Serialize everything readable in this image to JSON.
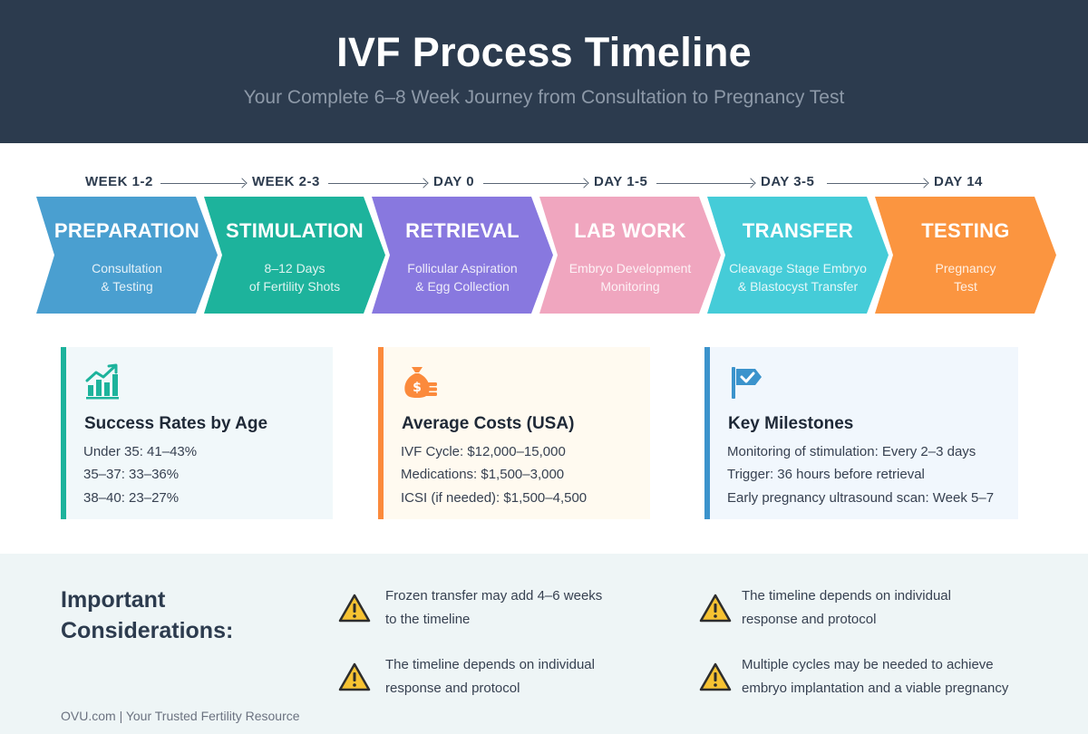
{
  "header": {
    "title": "IVF Process Timeline",
    "subtitle": "Your Complete 6–8 Week Journey from Consultation to Pregnancy Test"
  },
  "timeline": {
    "week_labels": [
      "WEEK 1-2",
      "WEEK 2-3",
      "DAY 0",
      "DAY 1-5",
      "DAY 3-5",
      "DAY 14"
    ],
    "steps": [
      {
        "title": "PREPARATION",
        "line1": "Consultation",
        "line2": "& Testing",
        "color": "#4a9fd0"
      },
      {
        "title": "STIMULATION",
        "line1": "8–12 Days",
        "line2": "of Fertility Shots",
        "color": "#1db39c"
      },
      {
        "title": "RETRIEVAL",
        "line1": "Follicular Aspiration",
        "line2": "& Egg Collection",
        "color": "#8878df"
      },
      {
        "title": "LAB WORK",
        "line1": "Embryo Development",
        "line2": "Monitoring",
        "color": "#f0a6bf"
      },
      {
        "title": "TRANSFER",
        "line1": "Cleavage Stage Embryo",
        "line2": "& Blastocyst Transfer",
        "color": "#45ccd8"
      },
      {
        "title": "TESTING",
        "line1": "Pregnancy",
        "line2": "Test",
        "color": "#fb9540"
      }
    ]
  },
  "cards": [
    {
      "title": "Success Rates by Age",
      "icon": "chart-growth-icon",
      "accent": "#1db39c",
      "bg": "#f1f8fa",
      "lines": [
        "Under 35: 41–43%",
        "35–37: 33–36%",
        "38–40: 23–27%"
      ]
    },
    {
      "title": "Average Costs (USA)",
      "icon": "money-bag-icon",
      "accent": "#fb8a3c",
      "bg": "#fffaf0",
      "lines": [
        "IVF Cycle: $12,000–15,000",
        "Medications: $1,500–3,000",
        "ICSI (if needed): $1,500–4,500"
      ]
    },
    {
      "title": "Key Milestones",
      "icon": "flag-check-icon",
      "accent": "#3b93cc",
      "bg": "#f1f7fd",
      "lines": [
        "Monitoring of stimulation: Every 2–3 days",
        "Trigger: 36 hours before retrieval",
        "Early pregnancy ultrasound scan: Week 5–7"
      ]
    }
  ],
  "considerations": {
    "heading_line1": "Important",
    "heading_line2": "Considerations:",
    "items": [
      {
        "line1": "Frozen transfer may add 4–6 weeks",
        "line2": "to the timeline"
      },
      {
        "line1": "The timeline depends on individual",
        "line2": "response and protocol"
      },
      {
        "line1": "The timeline depends on individual",
        "line2": "response and protocol"
      },
      {
        "line1": "Multiple cycles may be needed to achieve",
        "line2": "embryo implantation and a viable pregnancy"
      }
    ]
  },
  "footer": "OVU.com | Your Trusted Fertility Resource"
}
